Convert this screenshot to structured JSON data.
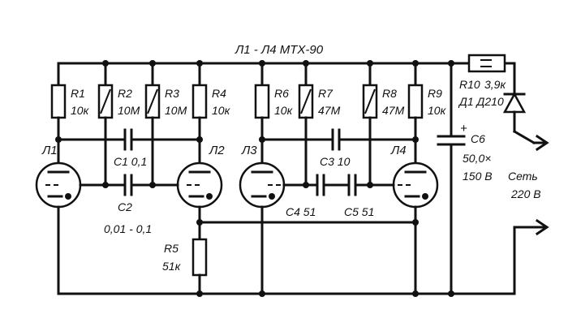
{
  "title": "Л1 - Л4 МТХ-90",
  "tubes": {
    "l1": "Л1",
    "l2": "Л2",
    "l3": "Л3",
    "l4": "Л4"
  },
  "resistors": {
    "r1": {
      "name": "R1",
      "value": "10к"
    },
    "r2": {
      "name": "R2",
      "value": "10М"
    },
    "r3": {
      "name": "R3",
      "value": "10М"
    },
    "r4": {
      "name": "R4",
      "value": "10к"
    },
    "r5": {
      "name": "R5",
      "value": "51к"
    },
    "r6": {
      "name": "R6",
      "value": "10к"
    },
    "r7": {
      "name": "R7",
      "value": "47М"
    },
    "r8": {
      "name": "R8",
      "value": "47М"
    },
    "r9": {
      "name": "R9",
      "value": "10к"
    },
    "r10": {
      "name": "R10",
      "value": "3,9к"
    }
  },
  "capacitors": {
    "c1": "C1 0,1",
    "c2_name": "C2",
    "c2_value": "0,01 - 0,1",
    "c3": "C3 10",
    "c4": "C4 51",
    "c5": "C5 51",
    "c6_name": "C6",
    "c6_value": "50,0×",
    "c6_voltage": "150 В",
    "c6_polarity": "+"
  },
  "diode": "Д1 Д210",
  "mains": {
    "label": "Сеть",
    "voltage": "220 В"
  }
}
